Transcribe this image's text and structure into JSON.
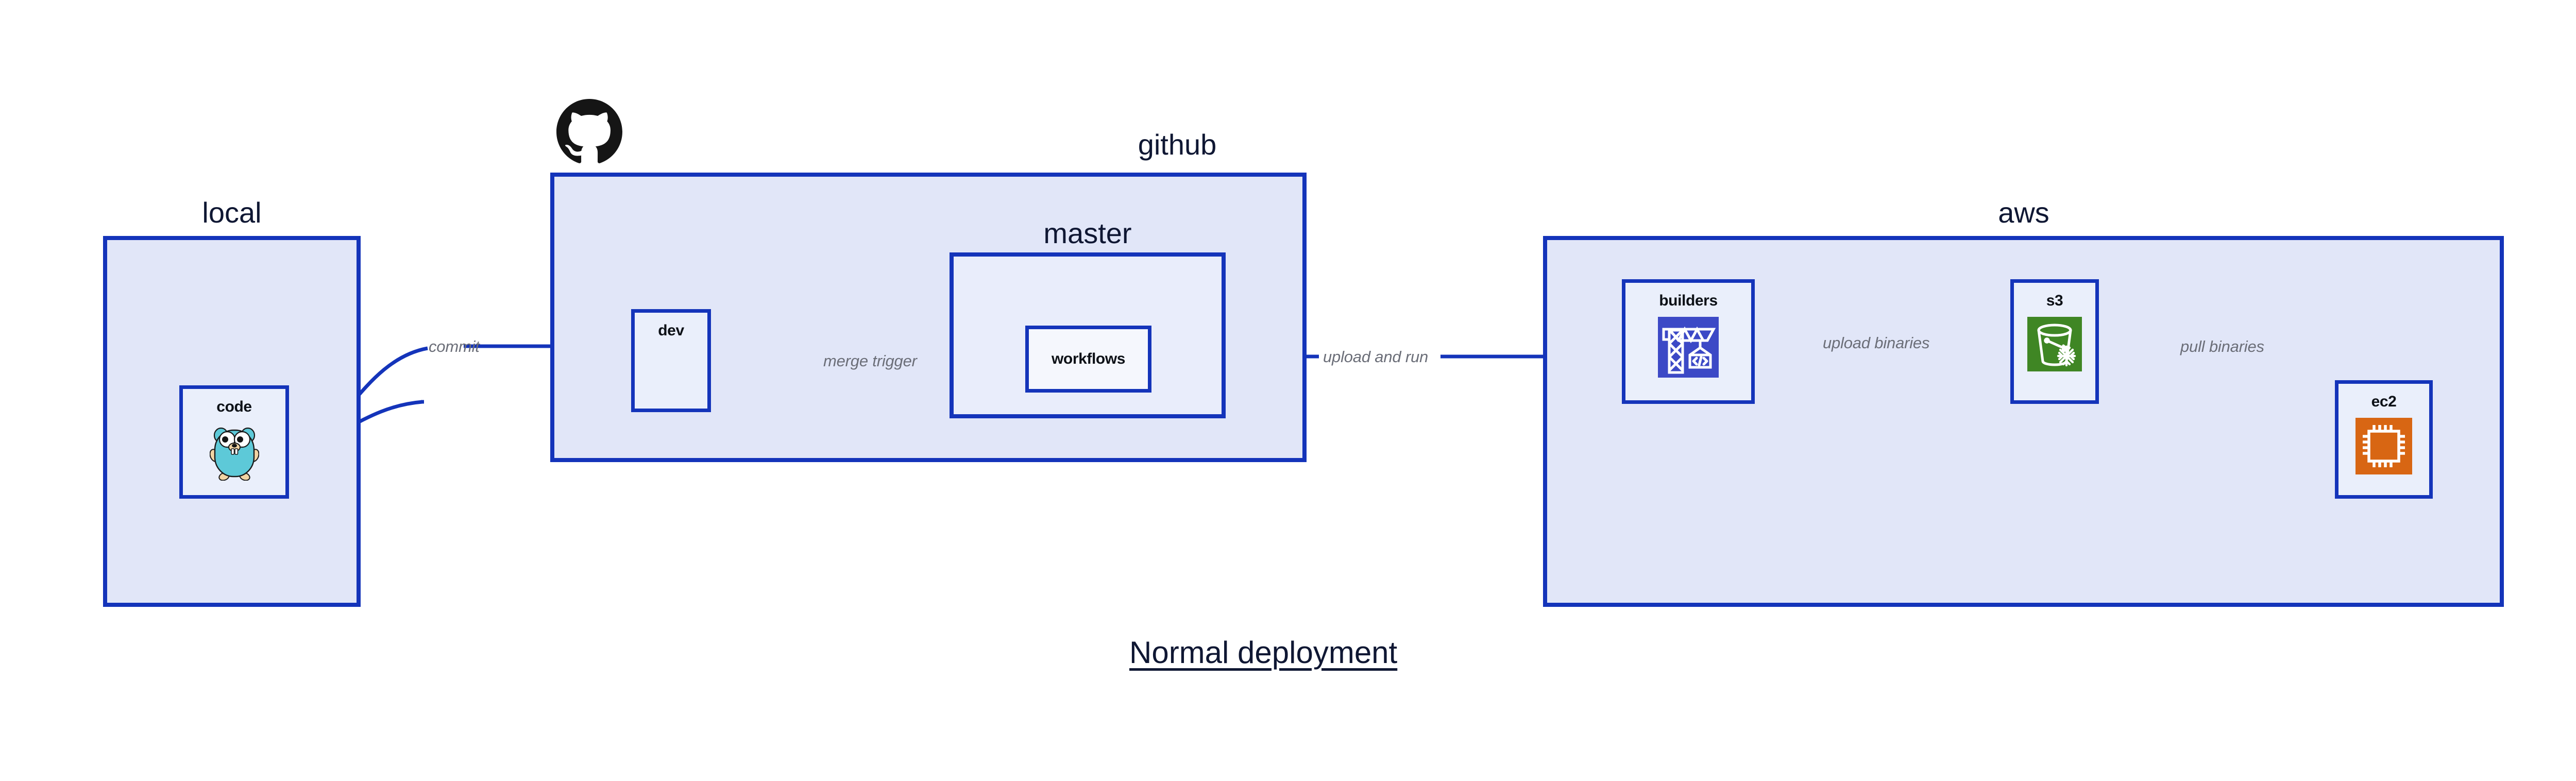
{
  "diagram": {
    "title": "Normal deployment",
    "accent_border": "#1434ba",
    "group_fill": "#e1e6f8",
    "nested_fill": "#e9edfb",
    "node_fill": "#eaeffb",
    "label_color": "#0f1733",
    "edge_label_color": "#6b6e78"
  },
  "groups": {
    "local": {
      "label": "local"
    },
    "github": {
      "label": "github",
      "logo": "github-octocat-icon"
    },
    "master": {
      "label": "master"
    },
    "aws": {
      "label": "aws"
    }
  },
  "nodes": {
    "code": {
      "label": "code",
      "icon": "go-gopher-icon"
    },
    "dev": {
      "label": "dev"
    },
    "workflows": {
      "label": "workflows"
    },
    "builders": {
      "label": "builders",
      "icon": "aws-codebuild-icon",
      "icon_color": "#3c49c6"
    },
    "s3": {
      "label": "s3",
      "icon": "aws-s3-glacier-bucket-icon",
      "icon_color": "#3f8624"
    },
    "ec2": {
      "label": "ec2",
      "icon": "aws-ec2-chip-icon",
      "icon_color": "#d86613"
    }
  },
  "edges": {
    "commit": {
      "label": "commit",
      "from": "code",
      "to": "dev"
    },
    "merge_trigger": {
      "label": "merge trigger",
      "from": "dev",
      "to": "workflows"
    },
    "upload_and_run": {
      "label": "upload and run",
      "from": "workflows",
      "to": "builders"
    },
    "upload_binaries": {
      "label": "upload binaries",
      "from": "builders",
      "to": "s3"
    },
    "pull_binaries": {
      "label": "pull binaries",
      "from": "s3",
      "to": "ec2"
    }
  }
}
